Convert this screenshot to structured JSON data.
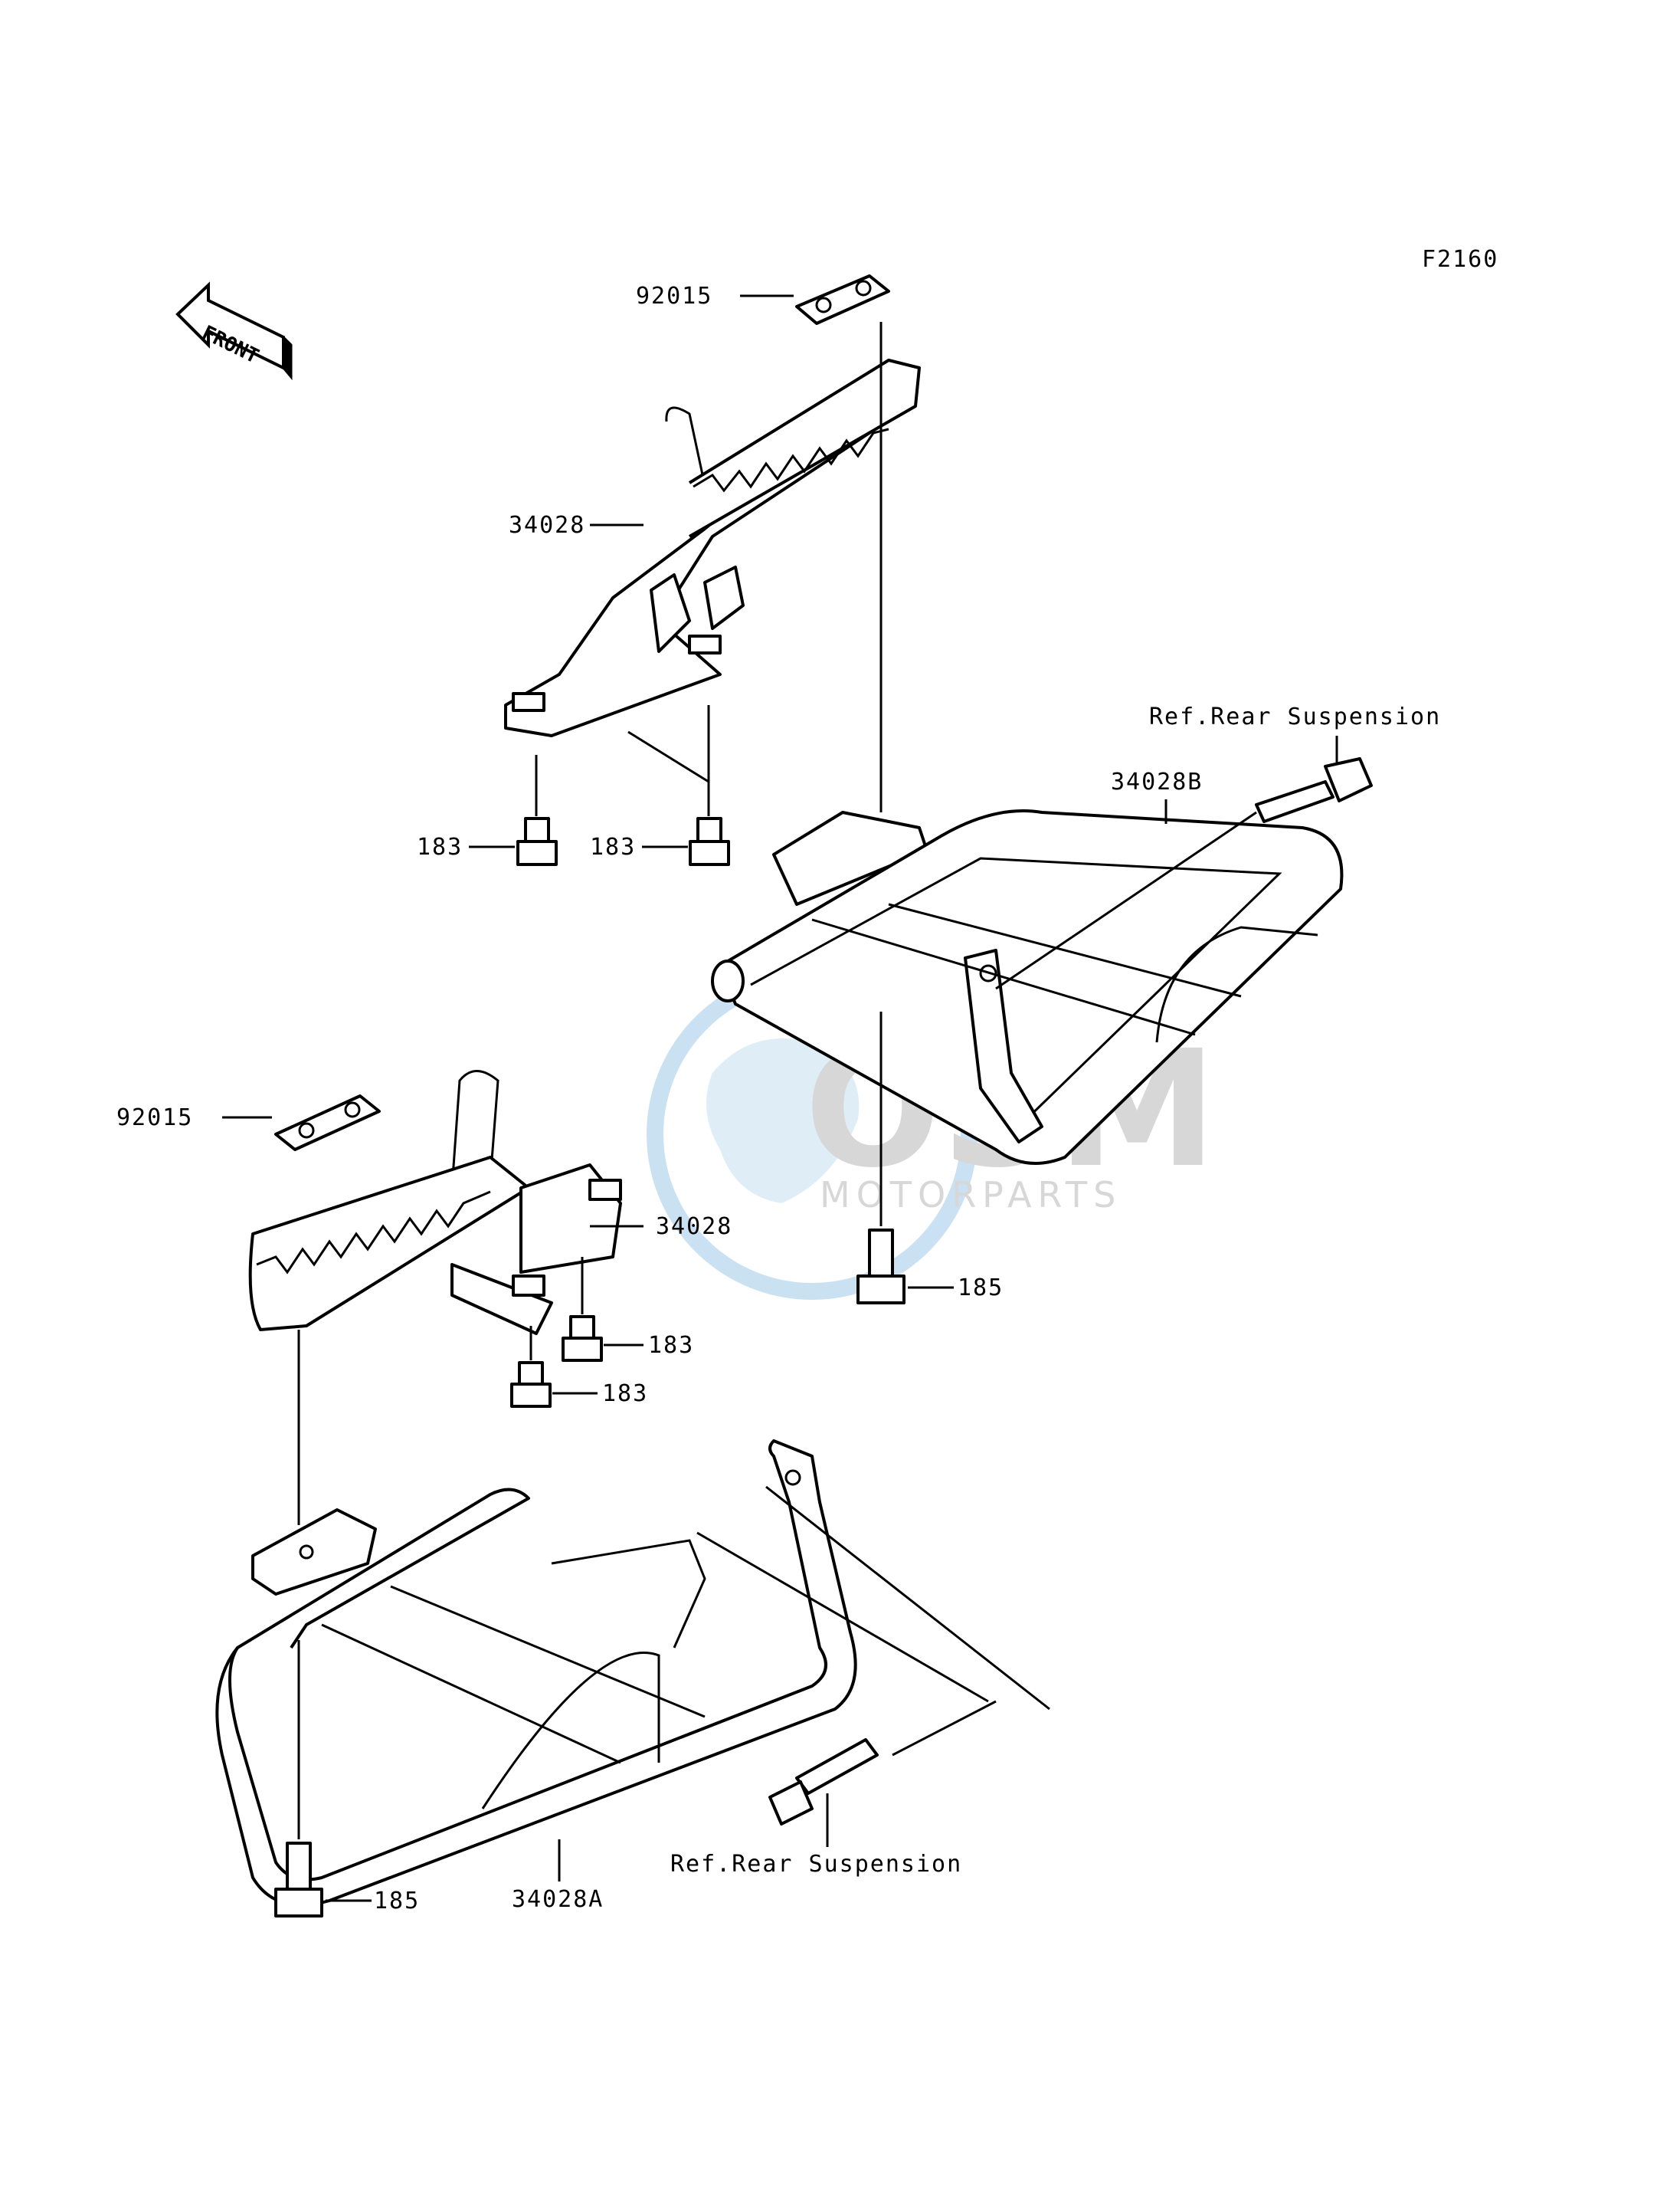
{
  "diagram": {
    "code": "F2160",
    "front_label": "FRONT",
    "labels": {
      "top_plate": "92015",
      "top_footrest": "34028",
      "top_nut_left": "183",
      "top_nut_right": "183",
      "ref_top": "Ref.Rear Suspension",
      "top_guard": "34028B",
      "mid_plate": "92015",
      "mid_footrest": "34028",
      "mid_bolt": "185",
      "mid_nut_1": "183",
      "mid_nut_2": "183",
      "bottom_guard": "34028A",
      "ref_bottom": "Ref.Rear Suspension",
      "bottom_bolt": "185"
    },
    "watermark": {
      "brand": "OSM",
      "sub": "MOTORPARTS",
      "color": "#9ec9e8"
    }
  }
}
